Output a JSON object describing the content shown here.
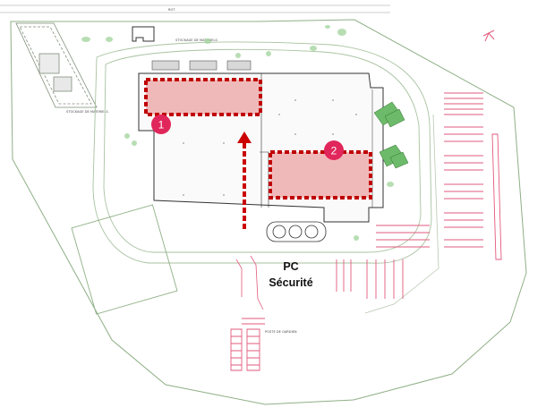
{
  "map": {
    "header_label": "ROT",
    "labels": {
      "stockage_top": "STOCKAGE DE MATERIELS",
      "stockage_left": "STOCKAGE DE MATERIELS",
      "poste_de_gardien": "POSTE DE GARDIEN"
    },
    "security": {
      "line1": "PC",
      "line2": "Sécurité"
    },
    "zones": [
      {
        "id": 1,
        "label": "1"
      },
      {
        "id": 2,
        "label": "2"
      }
    ],
    "colors": {
      "zone_fill": "#f0b9b9",
      "zone_border": "#c00000",
      "badge": "#e0265a",
      "arrow": "#cc0000",
      "parking": "#e25a7c",
      "greenery": "#9fd39a",
      "plan_lines": "#8faf86"
    }
  }
}
